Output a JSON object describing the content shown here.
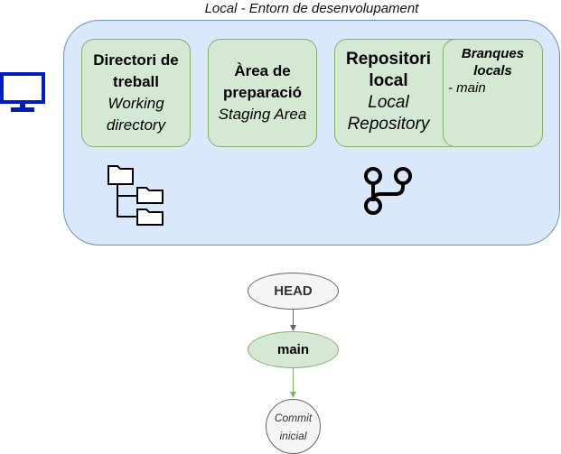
{
  "environment": {
    "title": "Local - Entorn de desenvolupament"
  },
  "boxes": {
    "working": {
      "title_line1": "Directori de",
      "title_line2": "treball",
      "subtitle_line1": "Working",
      "subtitle_line2": "directory"
    },
    "staging": {
      "title_line1": "Àrea de",
      "title_line2": "preparació",
      "subtitle": "Staging Area"
    },
    "repo": {
      "title_line1": "Repositori",
      "title_line2": "local",
      "subtitle_line1": "Local",
      "subtitle_line2": "Repository"
    },
    "branches": {
      "title_line1": "Branques",
      "title_line2": "locals",
      "items": [
        "- main"
      ]
    }
  },
  "graph": {
    "head": "HEAD",
    "main": "main",
    "commit_line1": "Commit",
    "commit_line2": "inicial"
  },
  "colors": {
    "env_fill": "#dae8fc",
    "env_stroke": "#6c8ebf",
    "box_fill": "#d5e8d4",
    "box_stroke": "#82b366",
    "monitor": "#001dbc",
    "arrow_gray": "#666666",
    "arrow_green": "#82b366"
  },
  "icons": [
    "monitor-icon",
    "folder-tree-icon",
    "git-branch-icon"
  ]
}
